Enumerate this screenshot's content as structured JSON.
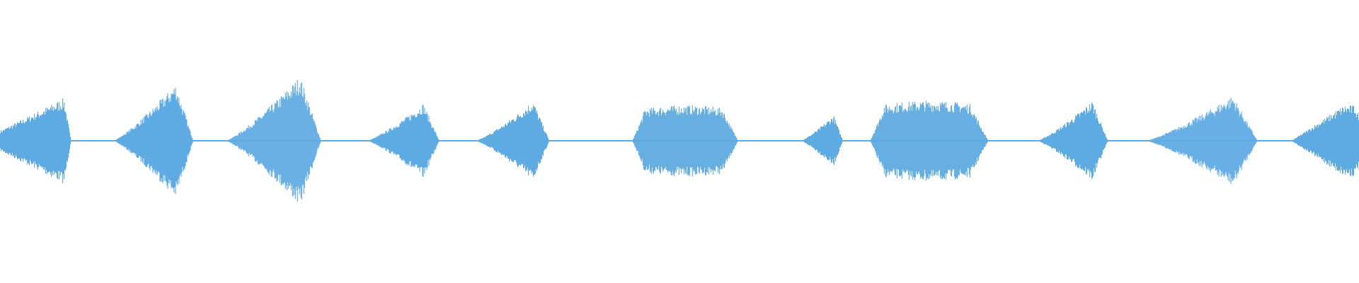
{
  "colors": {
    "background": "#ffffff",
    "waveform": "#5eaae2"
  },
  "waveform": {
    "segments": [
      {
        "start": 0.0,
        "end": 0.052,
        "shape": "decay",
        "peak": 0.72,
        "start_level": 0.22
      },
      {
        "start": 0.083,
        "end": 0.142,
        "shape": "rise-fall",
        "peak": 0.88
      },
      {
        "start": 0.166,
        "end": 0.236,
        "shape": "rise-fall",
        "peak": 1.0
      },
      {
        "start": 0.27,
        "end": 0.323,
        "shape": "rise-fall",
        "peak": 0.58
      },
      {
        "start": 0.35,
        "end": 0.404,
        "shape": "rise-fall",
        "peak": 0.62
      },
      {
        "start": 0.465,
        "end": 0.543,
        "shape": "plateau",
        "peak": 0.55
      },
      {
        "start": 0.589,
        "end": 0.62,
        "shape": "rise-fall",
        "peak": 0.4
      },
      {
        "start": 0.64,
        "end": 0.727,
        "shape": "plateau",
        "peak": 0.62
      },
      {
        "start": 0.763,
        "end": 0.815,
        "shape": "rise-fall",
        "peak": 0.62
      },
      {
        "start": 0.843,
        "end": 0.925,
        "shape": "rise-fall",
        "peak": 0.7
      },
      {
        "start": 0.95,
        "end": 1.0,
        "shape": "rise",
        "peak": 0.55
      }
    ]
  }
}
